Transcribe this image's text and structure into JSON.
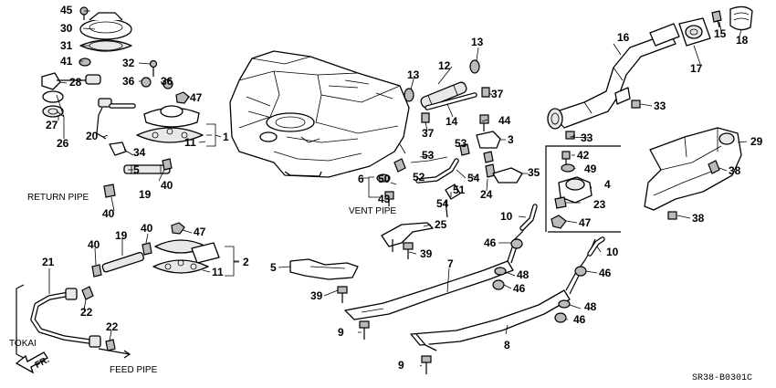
{
  "labels": {
    "l1": "1",
    "l2": "2",
    "l3": "3",
    "l4": "4",
    "l5": "5",
    "l6": "6",
    "l7": "7",
    "l8": "8",
    "l9": "9",
    "l10": "10",
    "l11": "11",
    "l12": "12",
    "l13": "13",
    "l14": "14",
    "l15": "15",
    "l16": "16",
    "l17": "17",
    "l18": "18",
    "l19": "19",
    "l20": "20",
    "l21": "21",
    "l22": "22",
    "l23": "23",
    "l24": "24",
    "l25": "25",
    "l26": "26",
    "l27": "27",
    "l28": "28",
    "l29": "29",
    "l30": "30",
    "l31": "31",
    "l32": "32",
    "l33": "33",
    "l34": "34",
    "l35": "35",
    "l36": "36",
    "l37": "37",
    "l38": "38",
    "l39": "39",
    "l40": "40",
    "l41": "41",
    "l42": "42",
    "l43": "43",
    "l44": "44",
    "l45": "45",
    "l46": "46",
    "l47": "47",
    "l48": "48",
    "l49": "49",
    "l50": "50",
    "l51": "51",
    "l52": "52",
    "l53": "53",
    "l54": "54"
  },
  "captions": {
    "return_pipe": "RETURN PIPE",
    "vent_pipe": "VENT PIPE",
    "feed_pipe": "FEED PIPE",
    "tokai": "TOKAI",
    "front": "FR."
  },
  "diagram_code": "SR38-B0301C"
}
